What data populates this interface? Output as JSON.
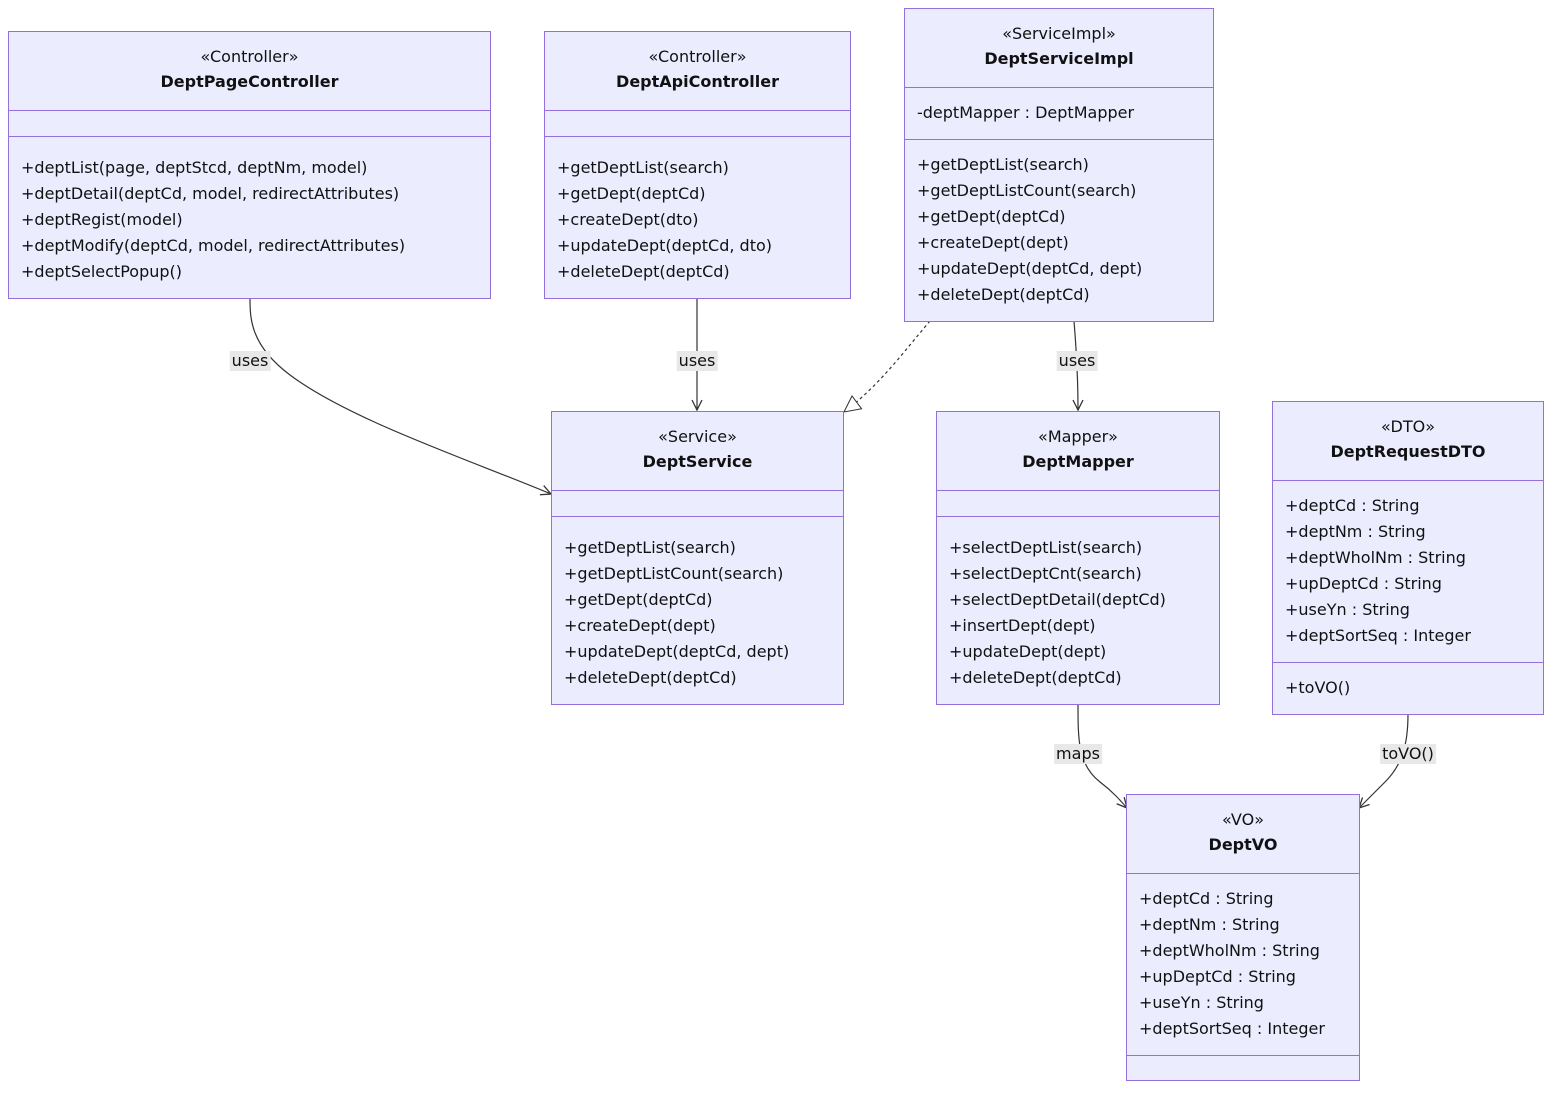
{
  "classes": {
    "dept_page_controller": {
      "stereotype": "«Controller»",
      "name": "DeptPageController",
      "attributes": [],
      "methods": [
        "+deptList(page, deptStcd, deptNm, model)",
        "+deptDetail(deptCd, model, redirectAttributes)",
        "+deptRegist(model)",
        "+deptModify(deptCd, model, redirectAttributes)",
        "+deptSelectPopup()"
      ]
    },
    "dept_api_controller": {
      "stereotype": "«Controller»",
      "name": "DeptApiController",
      "attributes": [],
      "methods": [
        "+getDeptList(search)",
        "+getDept(deptCd)",
        "+createDept(dto)",
        "+updateDept(deptCd, dto)",
        "+deleteDept(deptCd)"
      ]
    },
    "dept_service_impl": {
      "stereotype": "«ServiceImpl»",
      "name": "DeptServiceImpl",
      "attributes": [
        "-deptMapper : DeptMapper"
      ],
      "methods": [
        "+getDeptList(search)",
        "+getDeptListCount(search)",
        "+getDept(deptCd)",
        "+createDept(dept)",
        "+updateDept(deptCd, dept)",
        "+deleteDept(deptCd)"
      ]
    },
    "dept_service": {
      "stereotype": "«Service»",
      "name": "DeptService",
      "attributes": [],
      "methods": [
        "+getDeptList(search)",
        "+getDeptListCount(search)",
        "+getDept(deptCd)",
        "+createDept(dept)",
        "+updateDept(deptCd, dept)",
        "+deleteDept(deptCd)"
      ]
    },
    "dept_mapper": {
      "stereotype": "«Mapper»",
      "name": "DeptMapper",
      "attributes": [],
      "methods": [
        "+selectDeptList(search)",
        "+selectDeptCnt(search)",
        "+selectDeptDetail(deptCd)",
        "+insertDept(dept)",
        "+updateDept(dept)",
        "+deleteDept(deptCd)"
      ]
    },
    "dept_request_dto": {
      "stereotype": "«DTO»",
      "name": "DeptRequestDTO",
      "attributes": [
        "+deptCd : String",
        "+deptNm : String",
        "+deptWholNm : String",
        "+upDeptCd : String",
        "+useYn : String",
        "+deptSortSeq : Integer"
      ],
      "methods": [
        "+toVO()"
      ]
    },
    "dept_vo": {
      "stereotype": "«VO»",
      "name": "DeptVO",
      "attributes": [
        "+deptCd : String",
        "+deptNm : String",
        "+deptWholNm : String",
        "+upDeptCd : String",
        "+useYn : String",
        "+deptSortSeq : Integer"
      ],
      "methods": []
    }
  },
  "edge_labels": {
    "page_uses": "uses",
    "api_uses": "uses",
    "impl_uses": "uses",
    "mapper_maps": "maps",
    "dto_tovo": "toVO()"
  },
  "colors": {
    "box_fill": "#ececff",
    "box_border": "#9370db",
    "edge": "#333333",
    "label_bg": "#e8e8e8"
  }
}
